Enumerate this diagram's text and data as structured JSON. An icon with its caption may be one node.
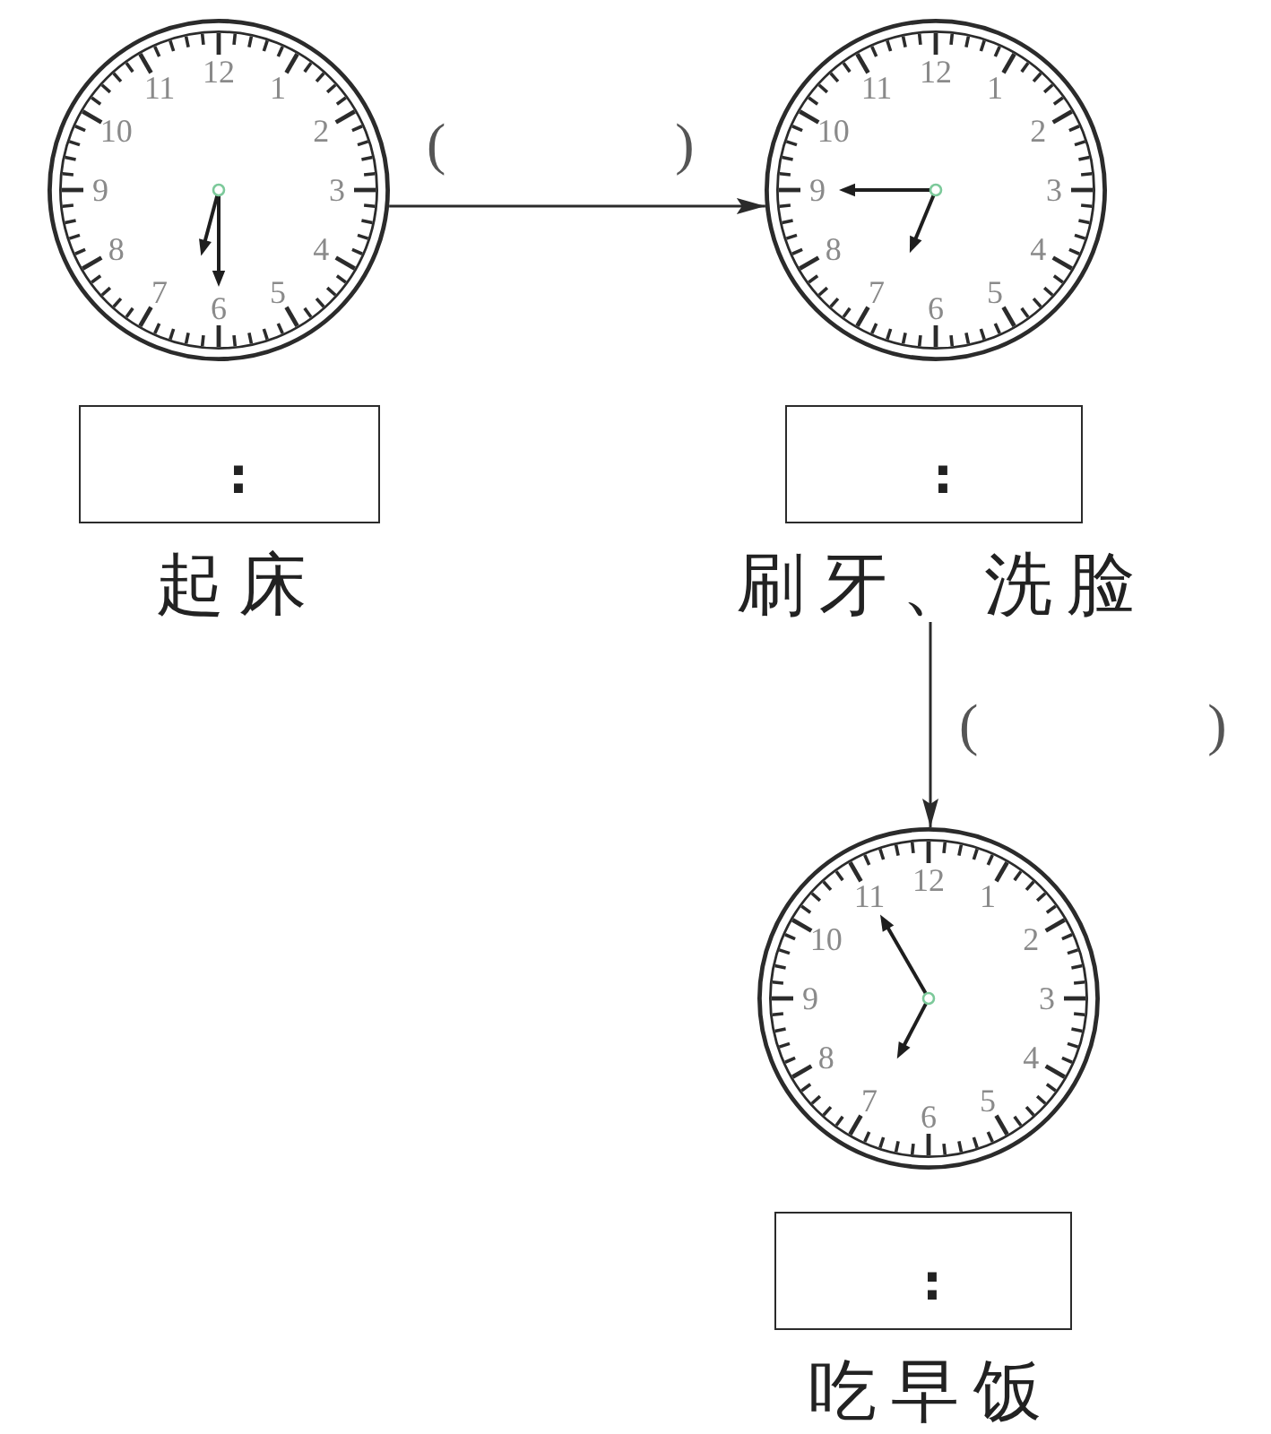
{
  "diagram": {
    "nodes": [
      {
        "text": [
          "12",
          "1",
          "2",
          "3",
          "4",
          "5",
          "6",
          "7",
          "8",
          "9",
          "10",
          "11"
        ]
      },
      {
        "text": [
          "12",
          "1",
          "2",
          "3",
          "4",
          "5",
          "6",
          "7",
          "8",
          "9",
          "10",
          "11"
        ]
      },
      {
        "text": [
          ":"
        ],
        "beside": [
          "起床"
        ]
      },
      {
        "text": [
          ":"
        ]
      },
      {
        "text": [
          "刷牙、洗脸"
        ]
      },
      {
        "text": [
          "12",
          "1",
          "2",
          "3",
          "4",
          "5",
          "6",
          "7",
          "8",
          "9",
          "10",
          "11"
        ]
      },
      {
        "text": [
          ":"
        ],
        "beside": [
          "吃早饭"
        ]
      }
    ],
    "edges": [
      {
        "from": 0,
        "to": 1,
        "arrow": "to",
        "label": "(　　　　)"
      },
      {
        "from": 4,
        "to": 5,
        "arrow": "to",
        "label": "(　　　　)"
      }
    ]
  }
}
